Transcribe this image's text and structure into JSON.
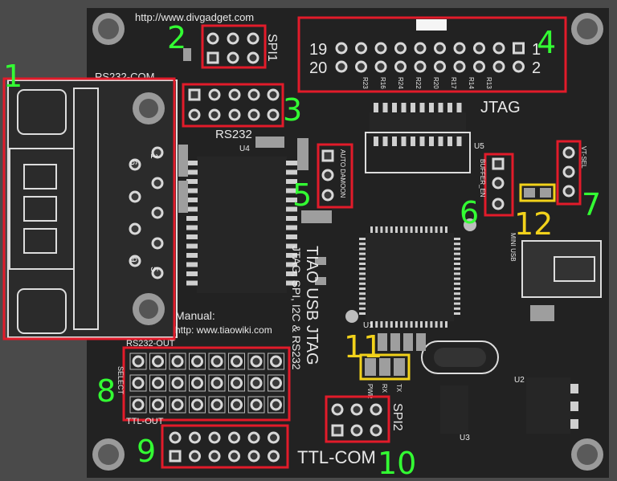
{
  "board": {
    "url_top": "http://www.divgadget.com",
    "jtag_label": "JTAG",
    "spi1_label": "SPI1",
    "spi2_label": "SPI2",
    "rs232_label": "RS232",
    "rs232com_label": "RS232-COM",
    "ttlcom_label": "TTL-COM",
    "rs232_out": "RS232-OUT",
    "ttl_out": "TTL-OUT",
    "select": "SELECT",
    "auto_label": "AUTO DAMOON",
    "buffer_label": "BUFFER_EN",
    "vt_sel": "VT-SEL",
    "title": "TIAO USB JTAG",
    "subtitle": "JTAG, SPI, I2C & RS232",
    "manual": "Manual:",
    "manual_url": "http: www.tiaowiki.com",
    "jtag_pin_19": "19",
    "jtag_pin_20": "20",
    "jtag_pin_1": "1",
    "jtag_pin_2": "2",
    "db9_1": "1",
    "db9_6": "6",
    "db9_9": "9",
    "db9_5": "5",
    "mini_usb": "MINI USB",
    "u1": "U1",
    "u2": "U2",
    "u3": "U3",
    "u4": "U4",
    "u5": "U5",
    "pwr": "PWR",
    "rx": "RX",
    "tx": "TX",
    "res_labels": [
      "R23",
      "R16",
      "R24",
      "R22",
      "R20",
      "R17",
      "R14",
      "R13"
    ]
  },
  "callouts": [
    {
      "id": "1",
      "color": "#33ff33"
    },
    {
      "id": "2",
      "color": "#33ff33"
    },
    {
      "id": "3",
      "color": "#33ff33"
    },
    {
      "id": "4",
      "color": "#33ff33"
    },
    {
      "id": "5",
      "color": "#33ff33"
    },
    {
      "id": "6",
      "color": "#33ff33"
    },
    {
      "id": "7",
      "color": "#33ff33"
    },
    {
      "id": "8",
      "color": "#33ff33"
    },
    {
      "id": "9",
      "color": "#33ff33"
    },
    {
      "id": "10",
      "color": "#33ff33"
    },
    {
      "id": "11",
      "color": "#f2d21b"
    },
    {
      "id": "12",
      "color": "#f2d21b"
    }
  ]
}
